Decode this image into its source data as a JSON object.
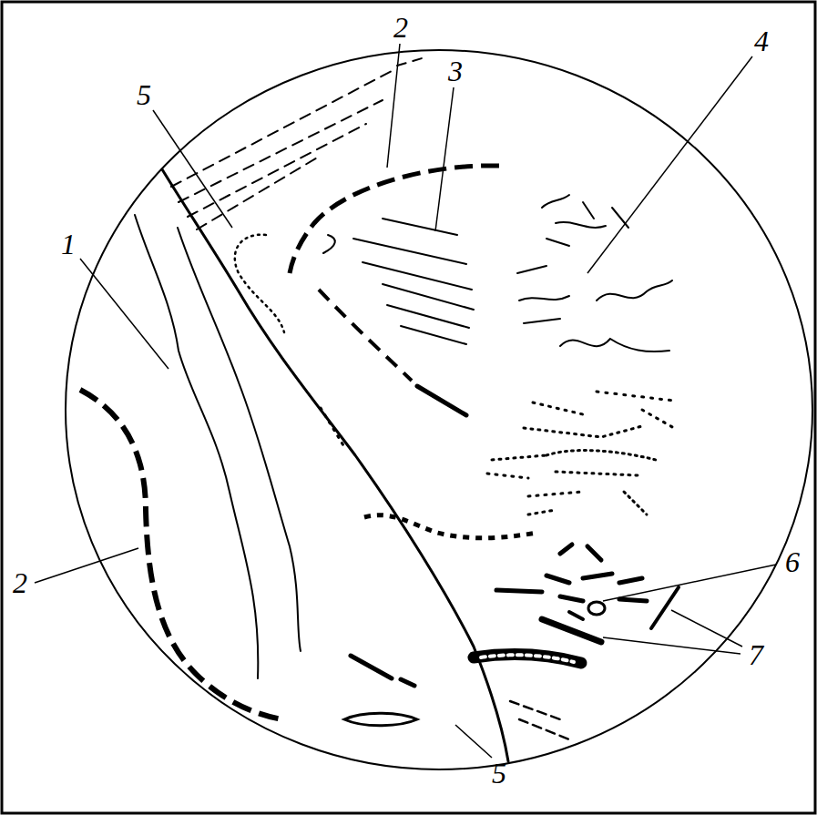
{
  "diagram": {
    "labels": [
      "5",
      "2",
      "3",
      "4",
      "1",
      "2",
      "6",
      "7",
      "5"
    ]
  }
}
